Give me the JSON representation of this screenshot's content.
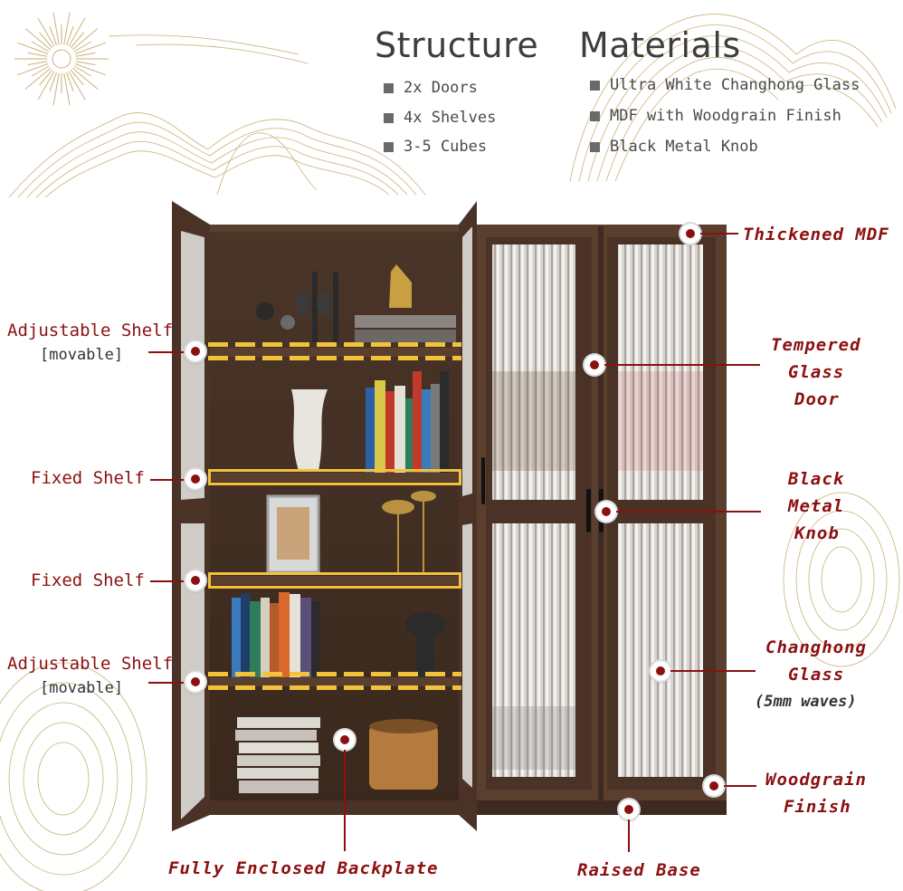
{
  "header": {
    "structure_title": "Structure",
    "materials_title": "Materials"
  },
  "structure_items": [
    "2x Doors",
    "4x Shelves",
    "3-5 Cubes"
  ],
  "materials_items": [
    "Ultra White Changhong Glass",
    "MDF with Woodgrain Finish",
    "Black Metal Knob"
  ],
  "left_callouts": {
    "adjustable_top": "Adjustable Shelf",
    "adjustable_top_note": "[movable]",
    "fixed_1": "Fixed Shelf",
    "fixed_2": "Fixed Shelf",
    "adjustable_bottom": "Adjustable Shelf",
    "adjustable_bottom_note": "[movable]"
  },
  "right_callouts": {
    "thickened_mdf": "Thickened MDF",
    "tempered_1": "Tempered",
    "tempered_2": "Glass",
    "tempered_3": "Door",
    "knob_1": "Black",
    "knob_2": "Metal",
    "knob_3": "Knob",
    "changhong_1": "Changhong",
    "changhong_2": "Glass",
    "changhong_3": "(5mm waves)",
    "woodgrain_1": "Woodgrain",
    "woodgrain_2": "Finish"
  },
  "bottom_callouts": {
    "backplate": "Fully Enclosed Backplate",
    "raised_base": "Raised Base"
  },
  "colors": {
    "accent_red": "#8c1010",
    "shelf_highlight": "#f2c23a",
    "wood_dark": "#3e2a20",
    "wood_mid": "#5a3e2e",
    "deco_gold": "#c9b27a"
  }
}
